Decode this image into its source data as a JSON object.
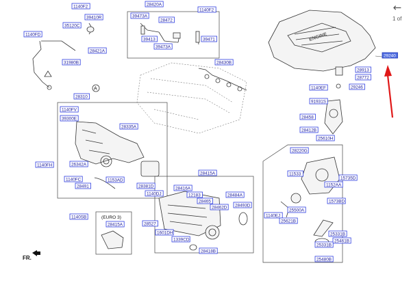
{
  "viewer": {
    "back_icon": "arrow-left-icon",
    "back_glyph": "←",
    "page_counter": "1 of"
  },
  "diagram": {
    "front_marker": "FR.",
    "reference_marker": "A",
    "euro_box_title": "(EURO 3)",
    "highlighted_callout": "29240",
    "pointer_color": "#e01818",
    "callouts": [
      "1140F2",
      "39410R",
      "35120C",
      "1140FD",
      "28421A",
      "31980B",
      "28420A",
      "39473A",
      "28472",
      "1140F2",
      "39413",
      "39473A",
      "39471",
      "28430B",
      "28310",
      "1140FV",
      "39300E",
      "28335A",
      "26342A",
      "1140FH",
      "1140FC",
      "28491",
      "1153AD",
      "28381D",
      "1140DJ",
      "1140SB",
      "28415A",
      "28416A",
      "12183",
      "28465",
      "28484A",
      "28493D",
      "28462D",
      "28527",
      "1601DH",
      "1339CD",
      "28418B",
      "28415A",
      "29240",
      "28913",
      "28772",
      "1140EF",
      "29246",
      "91931S",
      "28458",
      "28412B",
      "25610H",
      "28220G",
      "11533",
      "15735D",
      "1152AA",
      "1573BD",
      "25500A",
      "1140EJ",
      "25621B",
      "25331B",
      "25461B",
      "25331B",
      "25480B"
    ]
  }
}
